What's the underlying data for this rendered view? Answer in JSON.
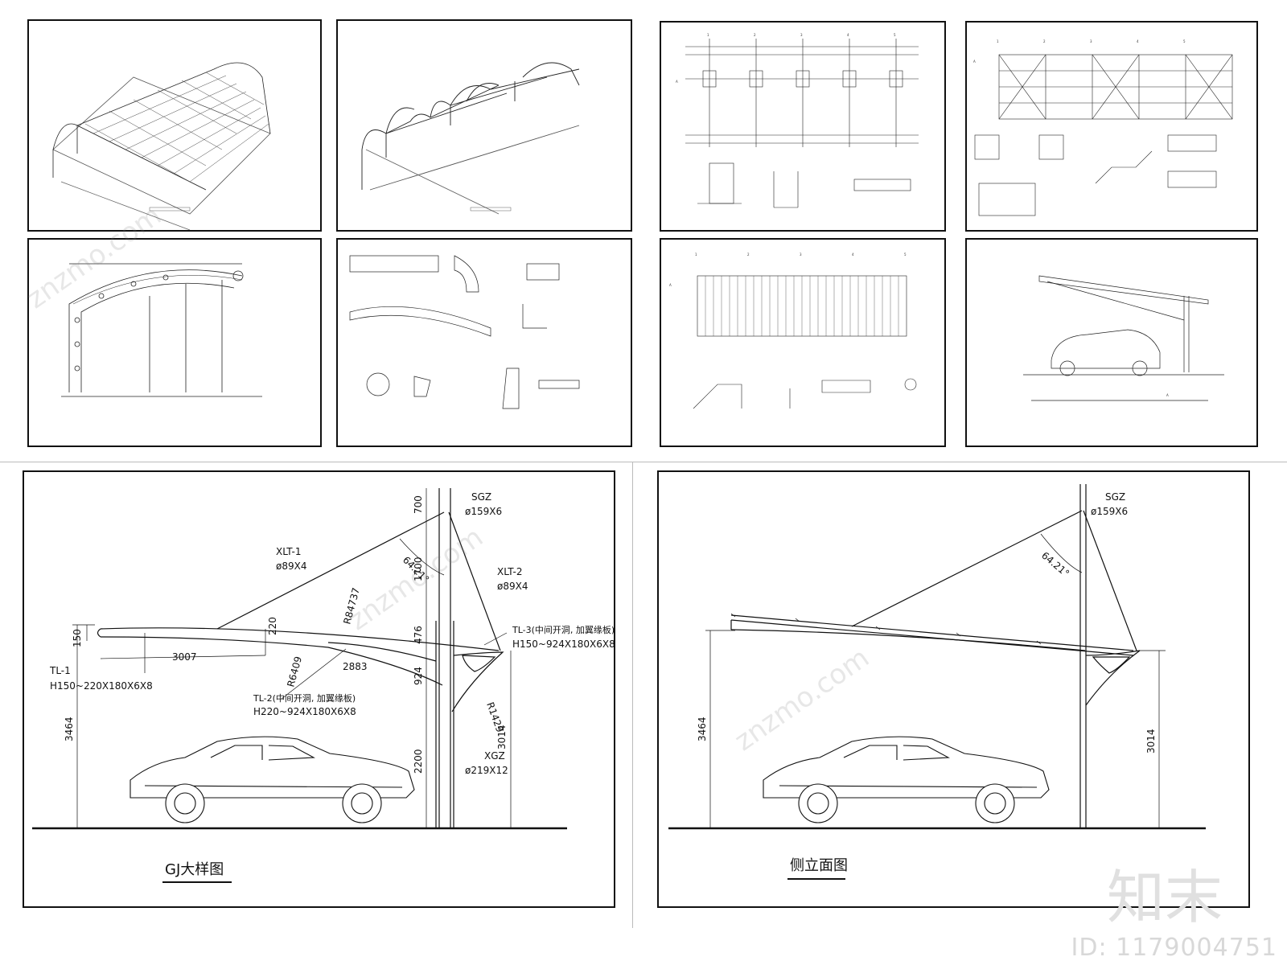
{
  "top_sheets": {
    "s1": {
      "caption": "",
      "type": "perspective-mesh"
    },
    "s2": {
      "caption": "",
      "type": "perspective-frame"
    },
    "s3": {
      "grid_labels": [
        "1",
        "2",
        "3",
        "4",
        "5"
      ],
      "row_label": "A"
    },
    "s4": {
      "grid_labels": [
        "1",
        "2",
        "3",
        "4",
        "5"
      ],
      "row_label": "A"
    },
    "s5": {
      "caption": ""
    },
    "s6": {
      "caption": ""
    },
    "s7": {
      "grid_labels": [
        "1",
        "2",
        "3",
        "4",
        "5"
      ],
      "row_label": "A"
    },
    "s8": {
      "row_label": "A"
    }
  },
  "gj_detail": {
    "title": "GJ大样图",
    "sgz_label": "SGZ",
    "sgz_spec": "ø159X6",
    "xlt1_label": "XLT-1",
    "xlt1_spec": "ø89X4",
    "xlt2_label": "XLT-2",
    "xlt2_spec": "ø89X4",
    "angle": "64.21°",
    "radius1": "R84737",
    "radius2": "R6409",
    "radius3": "R1429",
    "dim_3007": "3007",
    "dim_2883": "2883",
    "dim_220": "220",
    "dim_150": "150",
    "dim_700": "700",
    "dim_1700": "1700",
    "dim_476": "476",
    "dim_924": "924",
    "dim_2200": "2200",
    "dim_3464": "3464",
    "dim_3014": "3014",
    "tl1_label": "TL-1",
    "tl1_spec": "H150~220X180X6X8",
    "tl2_label": "TL-2(中间开洞, 加翼缘板)",
    "tl2_spec": "H220~924X180X6X8",
    "tl3_label": "TL-3(中间开洞, 加翼缘板)",
    "tl3_spec": "H150~924X180X6X8",
    "xgz_label": "XGZ",
    "xgz_spec": "ø219X12"
  },
  "side_elevation": {
    "title": "侧立面图",
    "sgz_label": "SGZ",
    "sgz_spec": "ø159X6",
    "angle": "64.21°",
    "dim_3464": "3464",
    "dim_3014": "3014"
  },
  "watermark": {
    "site": "znzmo.com",
    "brand_text": "知末",
    "id_text": "ID: 1179004751"
  }
}
